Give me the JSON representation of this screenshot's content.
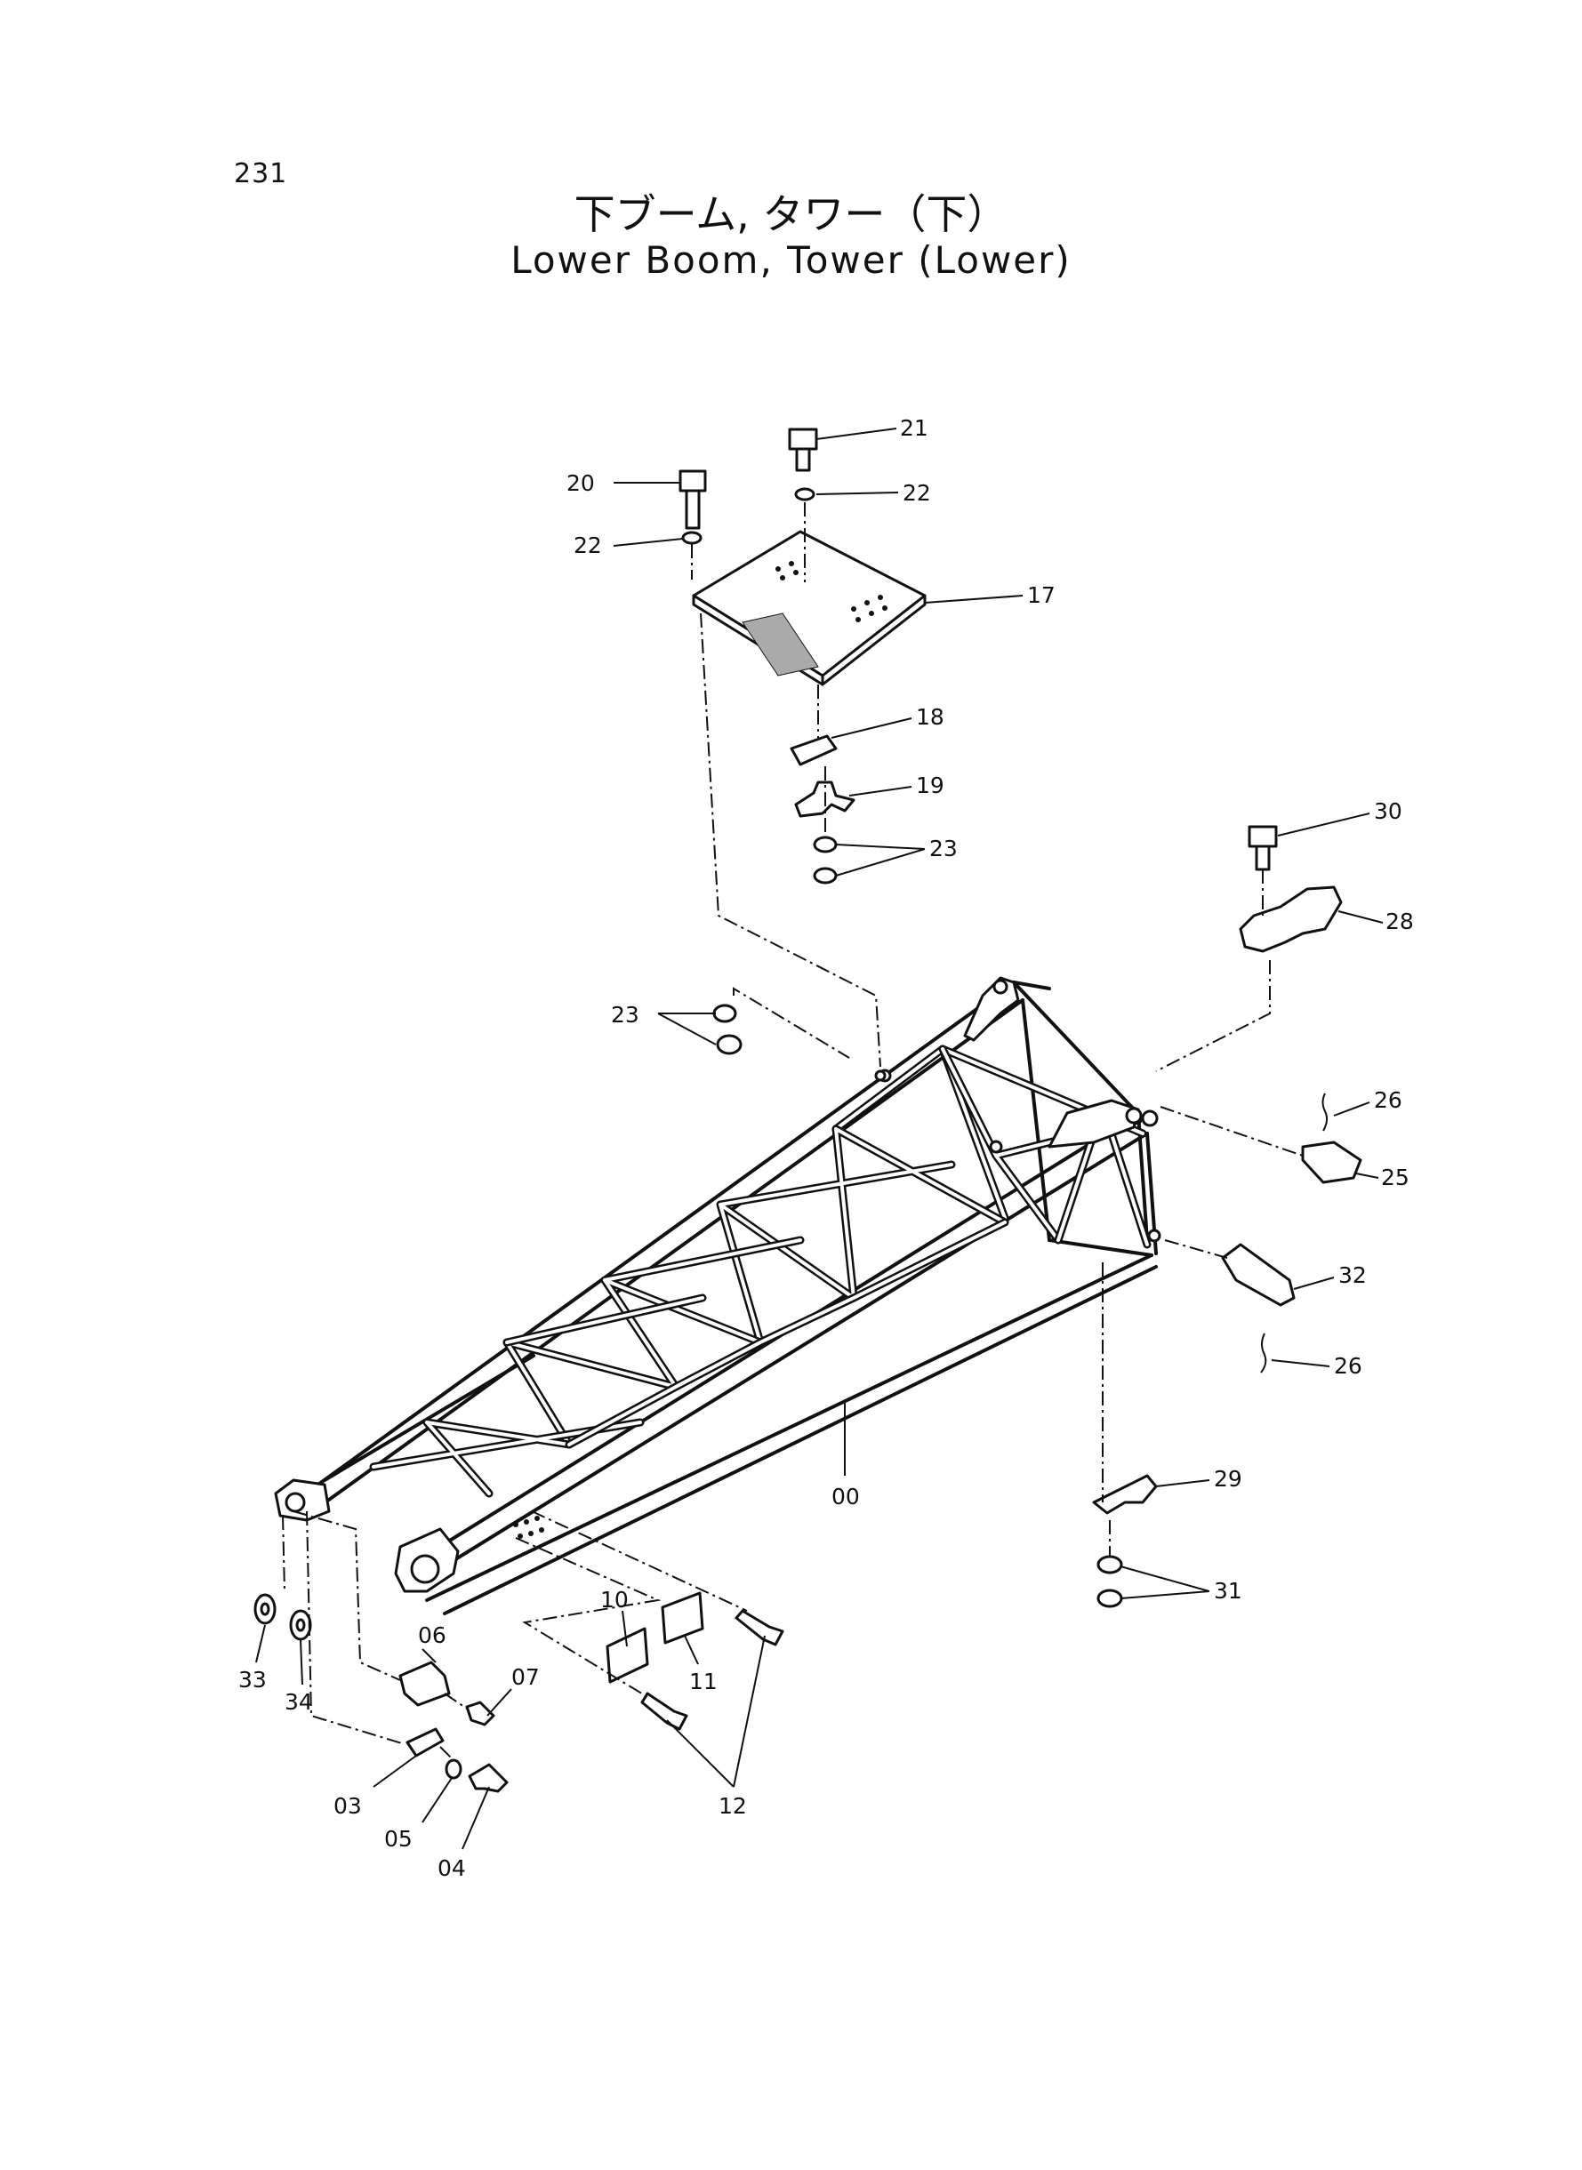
{
  "page_number": "231",
  "title_jp": "下ブーム, タワー（下）",
  "title_en": "Lower Boom, Tower (Lower)",
  "callouts": {
    "c00": "00",
    "c03": "03",
    "c04": "04",
    "c05": "05",
    "c06": "06",
    "c07": "07",
    "c10": "10",
    "c11": "11",
    "c12": "12",
    "c17": "17",
    "c18": "18",
    "c19": "19",
    "c20": "20",
    "c21": "21",
    "c22a": "22",
    "c22b": "22",
    "c23a": "23",
    "c23b": "23",
    "c25": "25",
    "c26a": "26",
    "c26b": "26",
    "c28": "28",
    "c29": "29",
    "c30": "30",
    "c31": "31",
    "c32": "32",
    "c33": "33",
    "c34": "34"
  }
}
